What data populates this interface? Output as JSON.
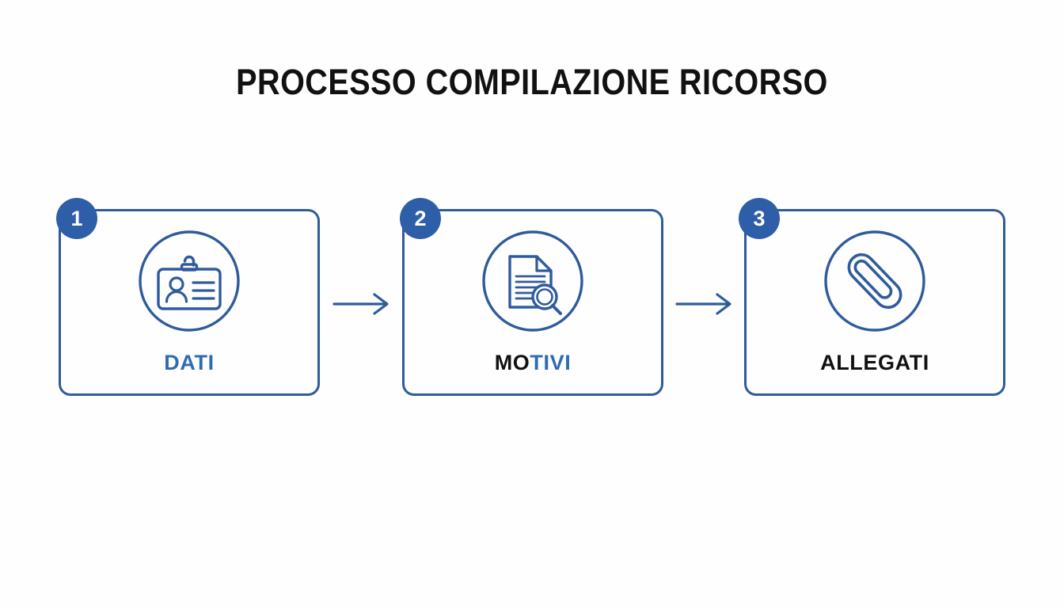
{
  "page": {
    "title": "PROCESSO COMPILAZIONE RICORSO",
    "background_color": "#fefefe",
    "accent_blue": "#2f5b9c",
    "badge_blue": "#2e5ea7",
    "label_blue": "#2f6bb5",
    "label_dark": "#111111"
  },
  "flow": {
    "steps": [
      {
        "number": "1",
        "label": "DATI",
        "label_prefix": "",
        "label_suffix": "DATI",
        "label_style": "blue",
        "icon": "id-card-icon"
      },
      {
        "number": "2",
        "label": "MOTIVI",
        "label_prefix": "MO",
        "label_suffix": "TIVI",
        "label_style": "split",
        "icon": "document-search-icon"
      },
      {
        "number": "3",
        "label": "ALLEGATI",
        "label_prefix": "ALLEGATI",
        "label_suffix": "",
        "label_style": "dark",
        "icon": "paperclip-icon"
      }
    ],
    "connectors": [
      {
        "name": "arrow-step1-to-step2"
      },
      {
        "name": "arrow-step2-to-step3"
      }
    ]
  }
}
